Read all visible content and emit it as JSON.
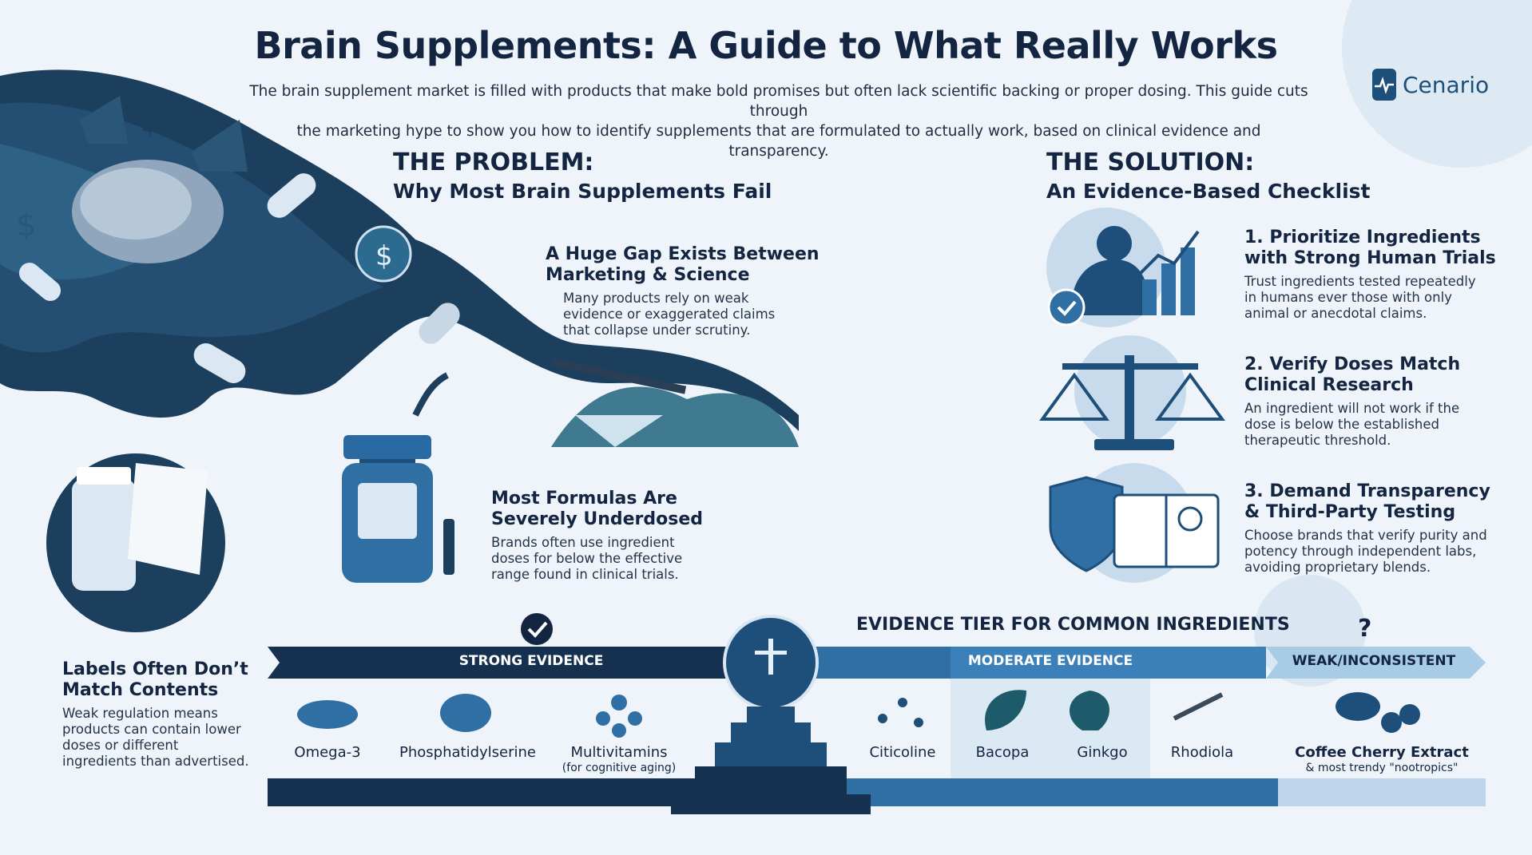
{
  "header": {
    "title": "Brain Supplements: A Guide to What Really Works",
    "intro_line1": "The brain supplement market is filled with products that make bold promises but often lack scientific backing or proper dosing. This guide cuts through",
    "intro_line2": "the marketing hype to show you how to identify supplements that are formulated to actually work, based on clinical evidence and transparency.",
    "logo_text": "Cenario"
  },
  "problem": {
    "heading": "THE PROBLEM:",
    "subheading": "Why Most Brain Supplements Fail",
    "blocks": [
      {
        "title_l1": "A Huge Gap Exists Between",
        "title_l2": "Marketing & Science",
        "text_l1": "Many products rely on weak",
        "text_l2": "evidence or exaggerated claims",
        "text_l3": "that collapse under scrutiny."
      },
      {
        "title_l1": "Most Formulas Are",
        "title_l2": "Severely Underdosed",
        "text_l1": "Brands often use ingredient",
        "text_l2": "doses for below the effective",
        "text_l3": "range found in clinical trials."
      },
      {
        "title_l1": "Labels Often Don’t",
        "title_l2": "Match Contents",
        "text_l1": "Weak regulation means",
        "text_l2": "products can contain lower",
        "text_l3": "doses or different",
        "text_l4": "ingredients than advertised."
      }
    ]
  },
  "solution": {
    "heading": "THE SOLUTION:",
    "subheading": "An Evidence-Based Checklist",
    "items": [
      {
        "title_l1": "1. Prioritize Ingredients",
        "title_l2": "with Strong Human Trials",
        "text_l1": "Trust ingredients tested repeatedly",
        "text_l2": "in humans ever those with only",
        "text_l3": "animal or anecdotal claims."
      },
      {
        "title_l1": "2. Verify Doses Match",
        "title_l2": "Clinical Research",
        "text_l1": "An ingredient will not work if the",
        "text_l2": "dose is below the established",
        "text_l3": "therapeutic threshold."
      },
      {
        "title_l1": "3. Demand Transparency",
        "title_l2": "& Third-Party Testing",
        "text_l1": "Choose brands that verify purity and",
        "text_l2": "potency through independent labs,",
        "text_l3": "avoiding proprietary blends."
      }
    ]
  },
  "tiers": {
    "title": "EVIDENCE TIER FOR COMMON INGREDIENTS",
    "strong_label": "STRONG EVIDENCE",
    "moderate_label": "MODERATE EVIDENCE",
    "weak_label": "WEAK/INCONSISTENT",
    "question_mark": "?",
    "strong": [
      "Omega-3",
      "Phosphatidylserine",
      "Multivitamins"
    ],
    "strong_note": "(for cognitive aging)",
    "moderate": [
      "Citicoline",
      "Bacopa",
      "Ginkgo",
      "Rhodiola"
    ],
    "weak": "Coffee Cherry Extract",
    "weak_note": "& most trendy \"nootropics\""
  },
  "colors": {
    "navy": "#142542",
    "strong_band": "#16304f",
    "moderate_band": "#2f6fa3",
    "weak_band": "#a8cbe6",
    "accent": "#2f6fa3"
  }
}
